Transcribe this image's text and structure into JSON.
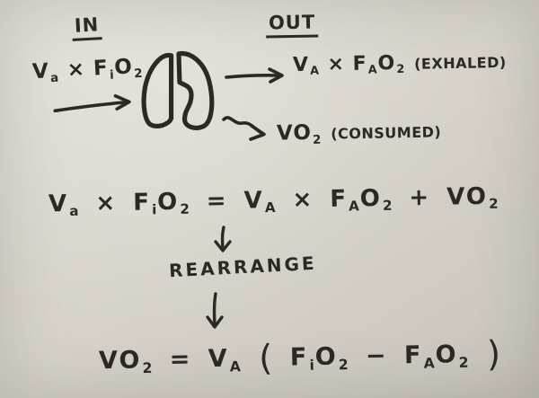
{
  "colors": {
    "paper": "#d8d4cb",
    "ink": "#2c2824"
  },
  "headers": {
    "in": "IN",
    "out": "OUT"
  },
  "flow": {
    "inflow_formula": [
      {
        "b": "V",
        "s": "a"
      },
      {
        "b": " × "
      },
      {
        "b": "F",
        "s": "i"
      },
      {
        "b": "O",
        "s": "2"
      }
    ],
    "exhaled_formula": [
      {
        "b": "V",
        "s": "A"
      },
      {
        "b": " × "
      },
      {
        "b": "F",
        "s": "A"
      },
      {
        "b": "O",
        "s": "2"
      }
    ],
    "exhaled_note": "(EXHALED)",
    "consumed_formula": [
      {
        "b": "V"
      },
      {
        "b": "O",
        "s": "2"
      }
    ],
    "consumed_note": "(CONSUMED)"
  },
  "equations": {
    "balance": [
      {
        "b": "V",
        "s": "a"
      },
      {
        "b": " × "
      },
      {
        "b": "F",
        "s": "i"
      },
      {
        "b": "O",
        "s": "2"
      },
      {
        "b": " = "
      },
      {
        "b": "V",
        "s": "A"
      },
      {
        "b": " × "
      },
      {
        "b": "F",
        "s": "A"
      },
      {
        "b": "O",
        "s": "2"
      },
      {
        "b": " + "
      },
      {
        "b": "V"
      },
      {
        "b": "O",
        "s": "2"
      }
    ],
    "rearrange_label": "REARRANGE",
    "result": [
      {
        "b": "V"
      },
      {
        "b": "O",
        "s": "2"
      },
      {
        "b": " = "
      },
      {
        "b": "V",
        "s": "A"
      },
      {
        "b": " ( ",
        "big": true
      },
      {
        "b": "F",
        "s": "i"
      },
      {
        "b": "O",
        "s": "2"
      },
      {
        "b": " − "
      },
      {
        "b": "F",
        "s": "A"
      },
      {
        "b": "O",
        "s": "2"
      },
      {
        "b": " )",
        "big": true
      }
    ]
  },
  "icons": {
    "lungs": "lungs-icon",
    "inflow_arrow": "right-arrow-icon",
    "exhaled_arrow": "right-arrow-icon",
    "consumed_arrow": "down-right-arrow-icon",
    "step_arrows": "down-arrow-icon"
  }
}
